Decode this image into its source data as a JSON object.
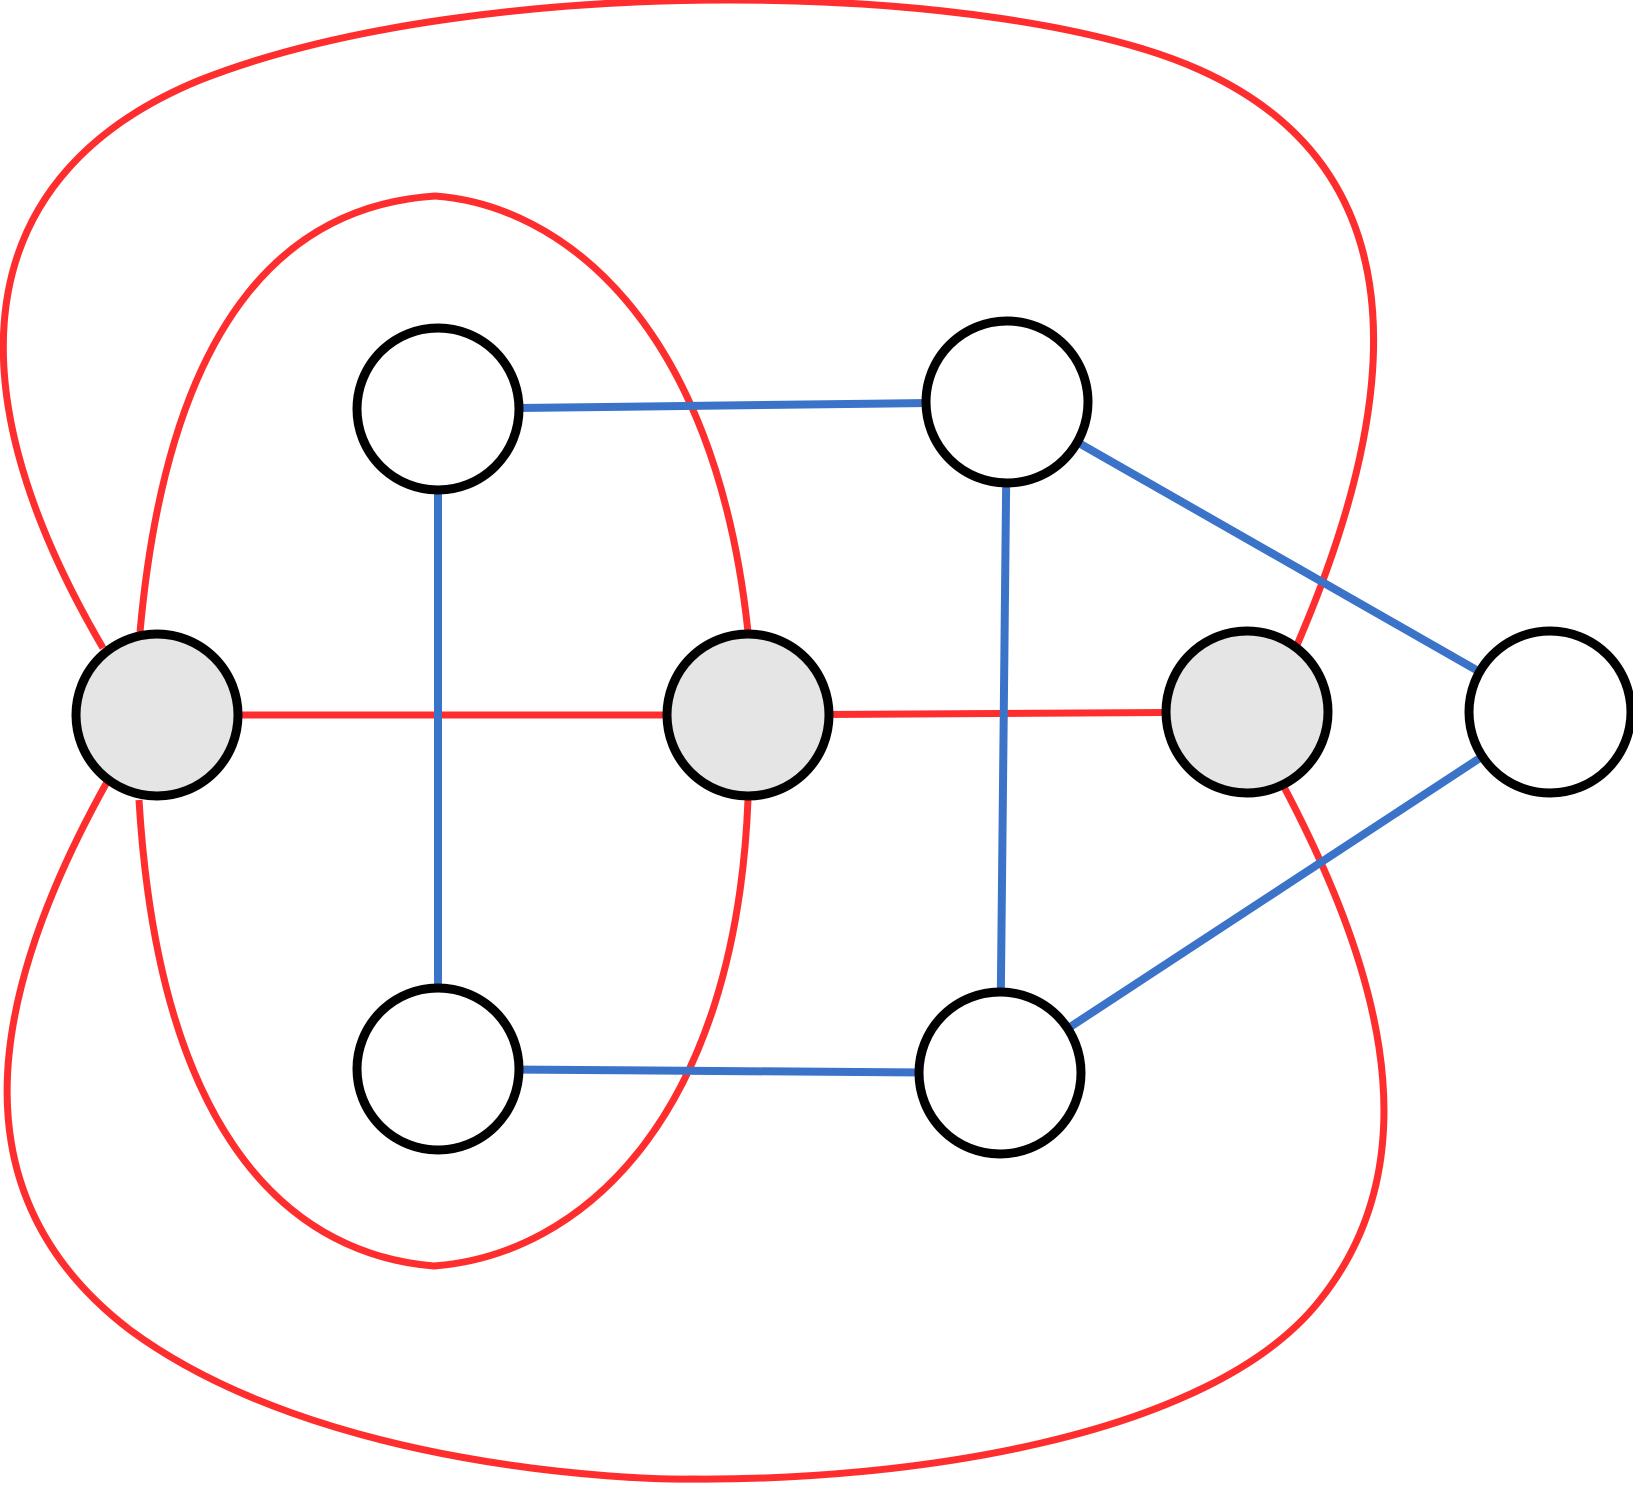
{
  "colors": {
    "red_edge": "#ff2e2e",
    "blue_edge": "#3b73c9",
    "node_stroke": "#000000",
    "shaded_fill": "#e5e5e5",
    "open_fill": "#ffffff"
  },
  "nodes": [
    {
      "id": "shaded-1",
      "shaded": true
    },
    {
      "id": "shaded-2",
      "shaded": true
    },
    {
      "id": "shaded-3",
      "shaded": true
    },
    {
      "id": "open-top-left",
      "shaded": false
    },
    {
      "id": "open-top-right",
      "shaded": false
    },
    {
      "id": "open-bottom-left",
      "shaded": false
    },
    {
      "id": "open-bottom-right",
      "shaded": false
    },
    {
      "id": "open-right",
      "shaded": false
    }
  ],
  "edges": [
    {
      "id": "red-straight-1-2",
      "color": "red",
      "from": "shaded-1",
      "to": "shaded-2"
    },
    {
      "id": "red-straight-2-3",
      "color": "red",
      "from": "shaded-2",
      "to": "shaded-3"
    },
    {
      "id": "red-inner-upper-arc",
      "color": "red",
      "from": "shaded-1",
      "to": "shaded-2"
    },
    {
      "id": "red-inner-lower-arc",
      "color": "red",
      "from": "shaded-1",
      "to": "shaded-2"
    },
    {
      "id": "red-outer-upper-loop",
      "color": "red",
      "from": "shaded-1",
      "to": "shaded-3"
    },
    {
      "id": "red-outer-lower-loop",
      "color": "red",
      "from": "shaded-1",
      "to": "shaded-3"
    },
    {
      "id": "blue-top-horizontal",
      "color": "blue",
      "from": "open-top-left",
      "to": "open-top-right"
    },
    {
      "id": "blue-bottom-horizontal",
      "color": "blue",
      "from": "open-bottom-left",
      "to": "open-bottom-right"
    },
    {
      "id": "blue-left-vertical",
      "color": "blue",
      "from": "open-top-left",
      "to": "open-bottom-left"
    },
    {
      "id": "blue-right-vertical",
      "color": "blue",
      "from": "open-top-right",
      "to": "open-bottom-right"
    },
    {
      "id": "blue-upper-diagonal",
      "color": "blue",
      "from": "open-top-right",
      "to": "open-right"
    },
    {
      "id": "blue-lower-diagonal",
      "color": "blue",
      "from": "open-bottom-right",
      "to": "open-right"
    }
  ]
}
